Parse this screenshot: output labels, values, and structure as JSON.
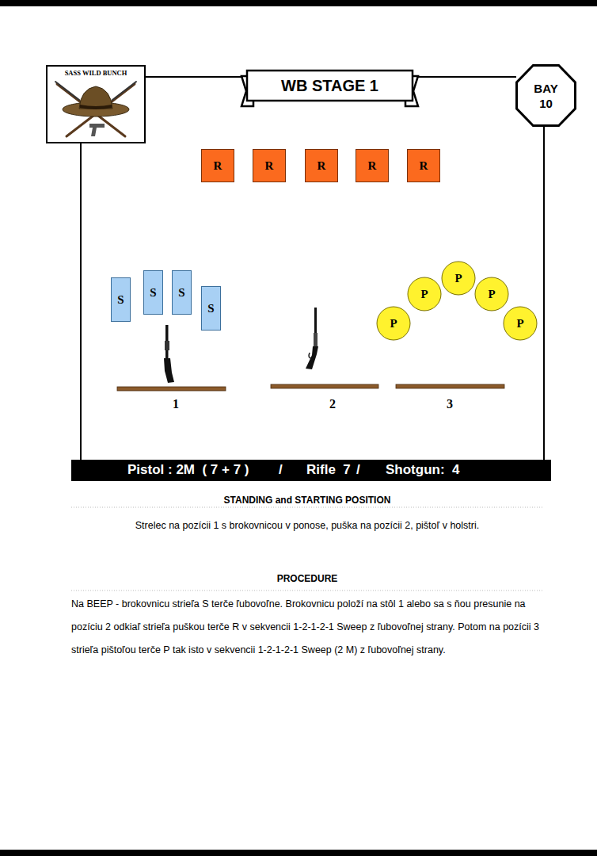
{
  "diagram": {
    "title": "WB STAGE 1",
    "nodes": [
      {
        "text": [
          "SASS WILD BUNCH"
        ]
      },
      {
        "text": [
          "BAY 10"
        ]
      },
      {
        "text": [
          "R"
        ]
      },
      {
        "text": [
          "R"
        ]
      },
      {
        "text": [
          "R"
        ]
      },
      {
        "text": [
          "R"
        ]
      },
      {
        "text": [
          "R"
        ]
      },
      {
        "text": [
          "S"
        ]
      },
      {
        "text": [
          "S"
        ]
      },
      {
        "text": [
          "S"
        ]
      },
      {
        "text": [
          "S"
        ]
      },
      {
        "text": [
          "P"
        ]
      },
      {
        "text": [
          "P"
        ]
      },
      {
        "text": [
          "P"
        ]
      },
      {
        "text": [
          "P"
        ]
      },
      {
        "text": [
          "P"
        ]
      },
      {
        "text": [
          "Pistol : 2M  ( 7 + 7 )",
          "/",
          "Rifle  7",
          "/",
          "Shotgun:  4"
        ]
      }
    ],
    "labels": [
      "1",
      "2",
      "3",
      "STANDING and STARTING POSITION",
      "Strelec  na pozícii 1  s brokovnicou v ponose, puška na pozícii 2, pištoľ v holstri.",
      "PROCEDURE",
      "Na BEEP - brokovnicu  strieľa S terče ľubovoľne. Brokovnicu položí na stôl 1 alebo sa s ňou presunie na pozíciu 2 odkiaľ  strieľa puškou  terče R  v sekvencii 1-2-1-2-1 Sweep z ľubovoľnej strany. Potom na pozícii 3  strieľa pištoľou terče P  tak isto v sekvencii 1-2-1-2-1 Sweep (2 M) z ľubovoľnej strany."
    ]
  }
}
